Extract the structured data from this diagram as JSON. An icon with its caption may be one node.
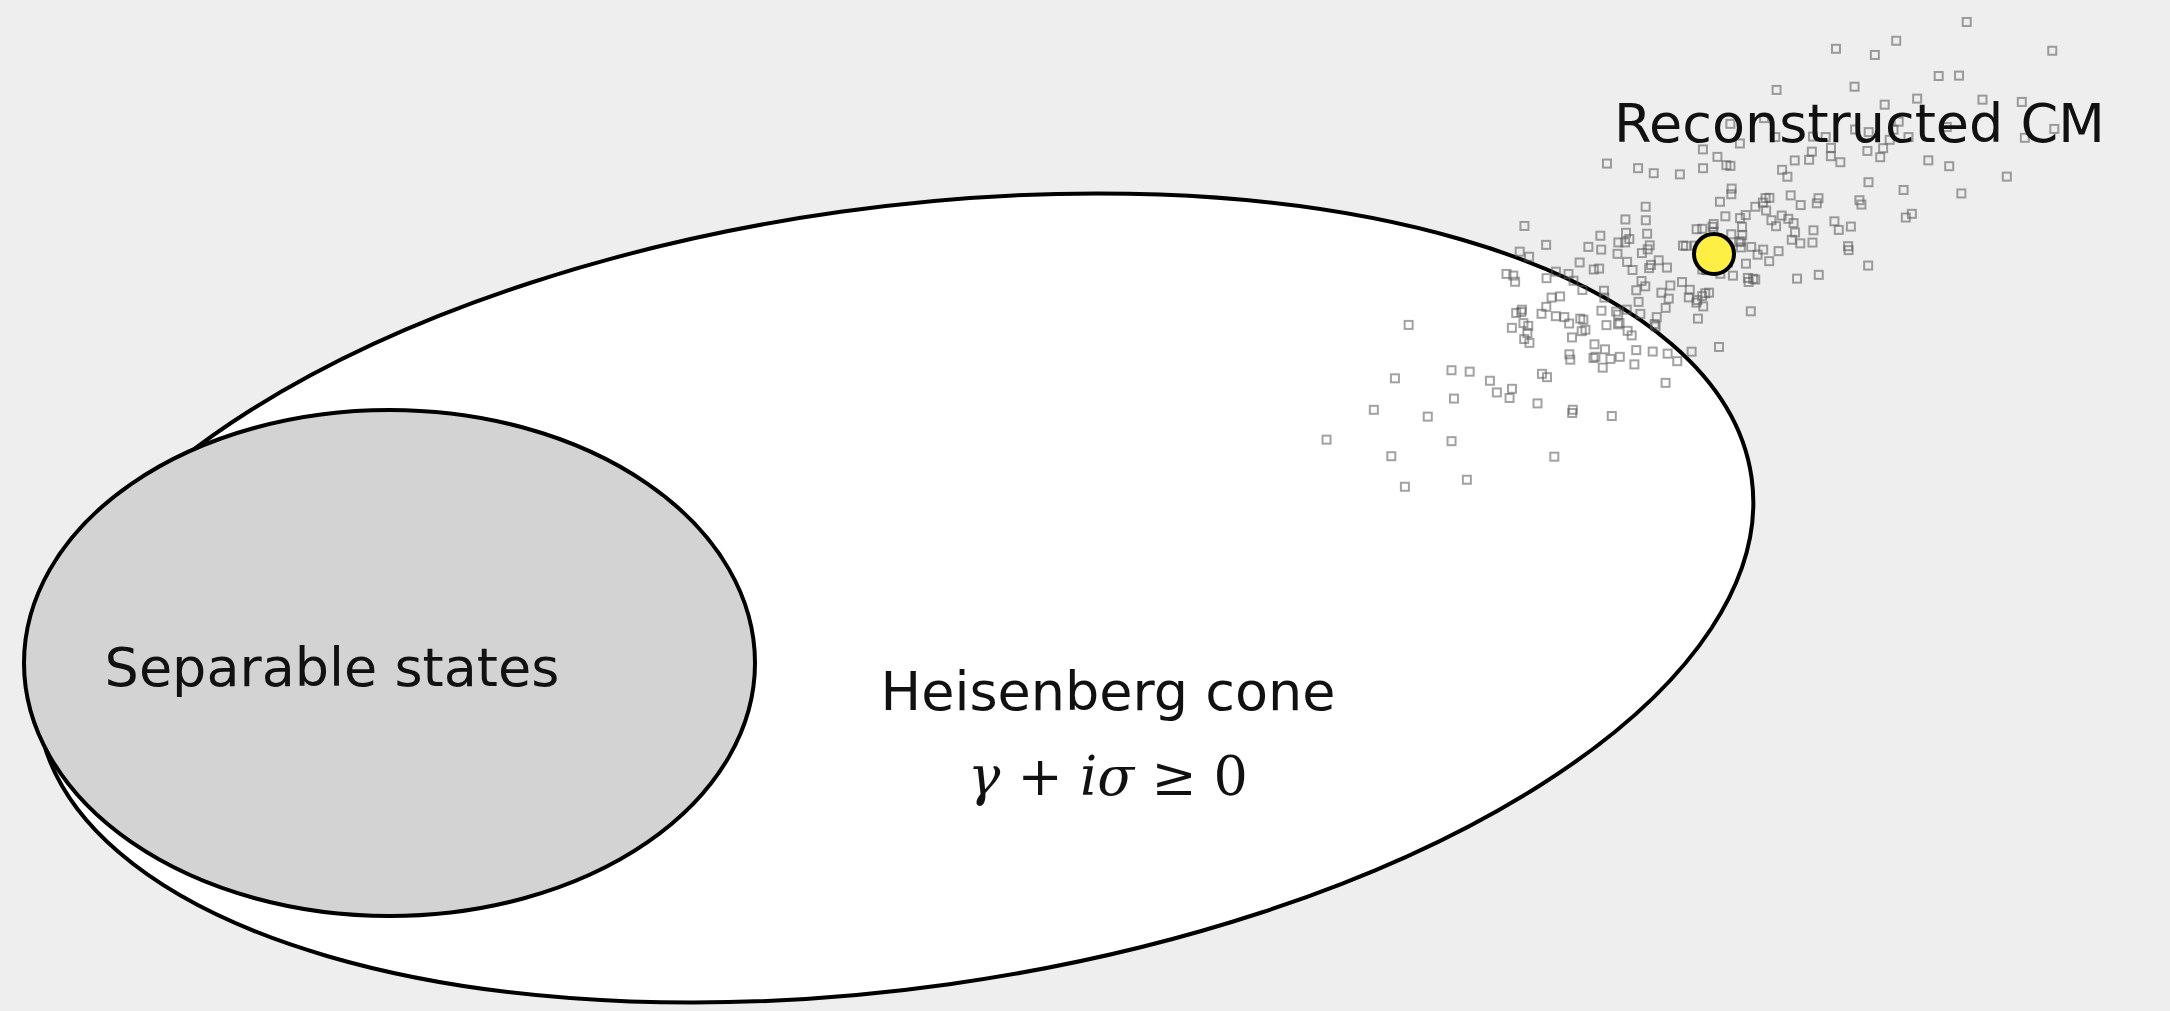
{
  "diagram": {
    "nodes": [
      {
        "text": [
          "Heisenberg cone",
          "*γ* + *iσ* ≥ 0"
        ]
      },
      {
        "text": [
          "Separable states"
        ],
        "in": 0
      },
      {
        "text": [],
        "shape": "circle",
        "beside": [
          "Reconstructed CM"
        ]
      }
    ]
  }
}
